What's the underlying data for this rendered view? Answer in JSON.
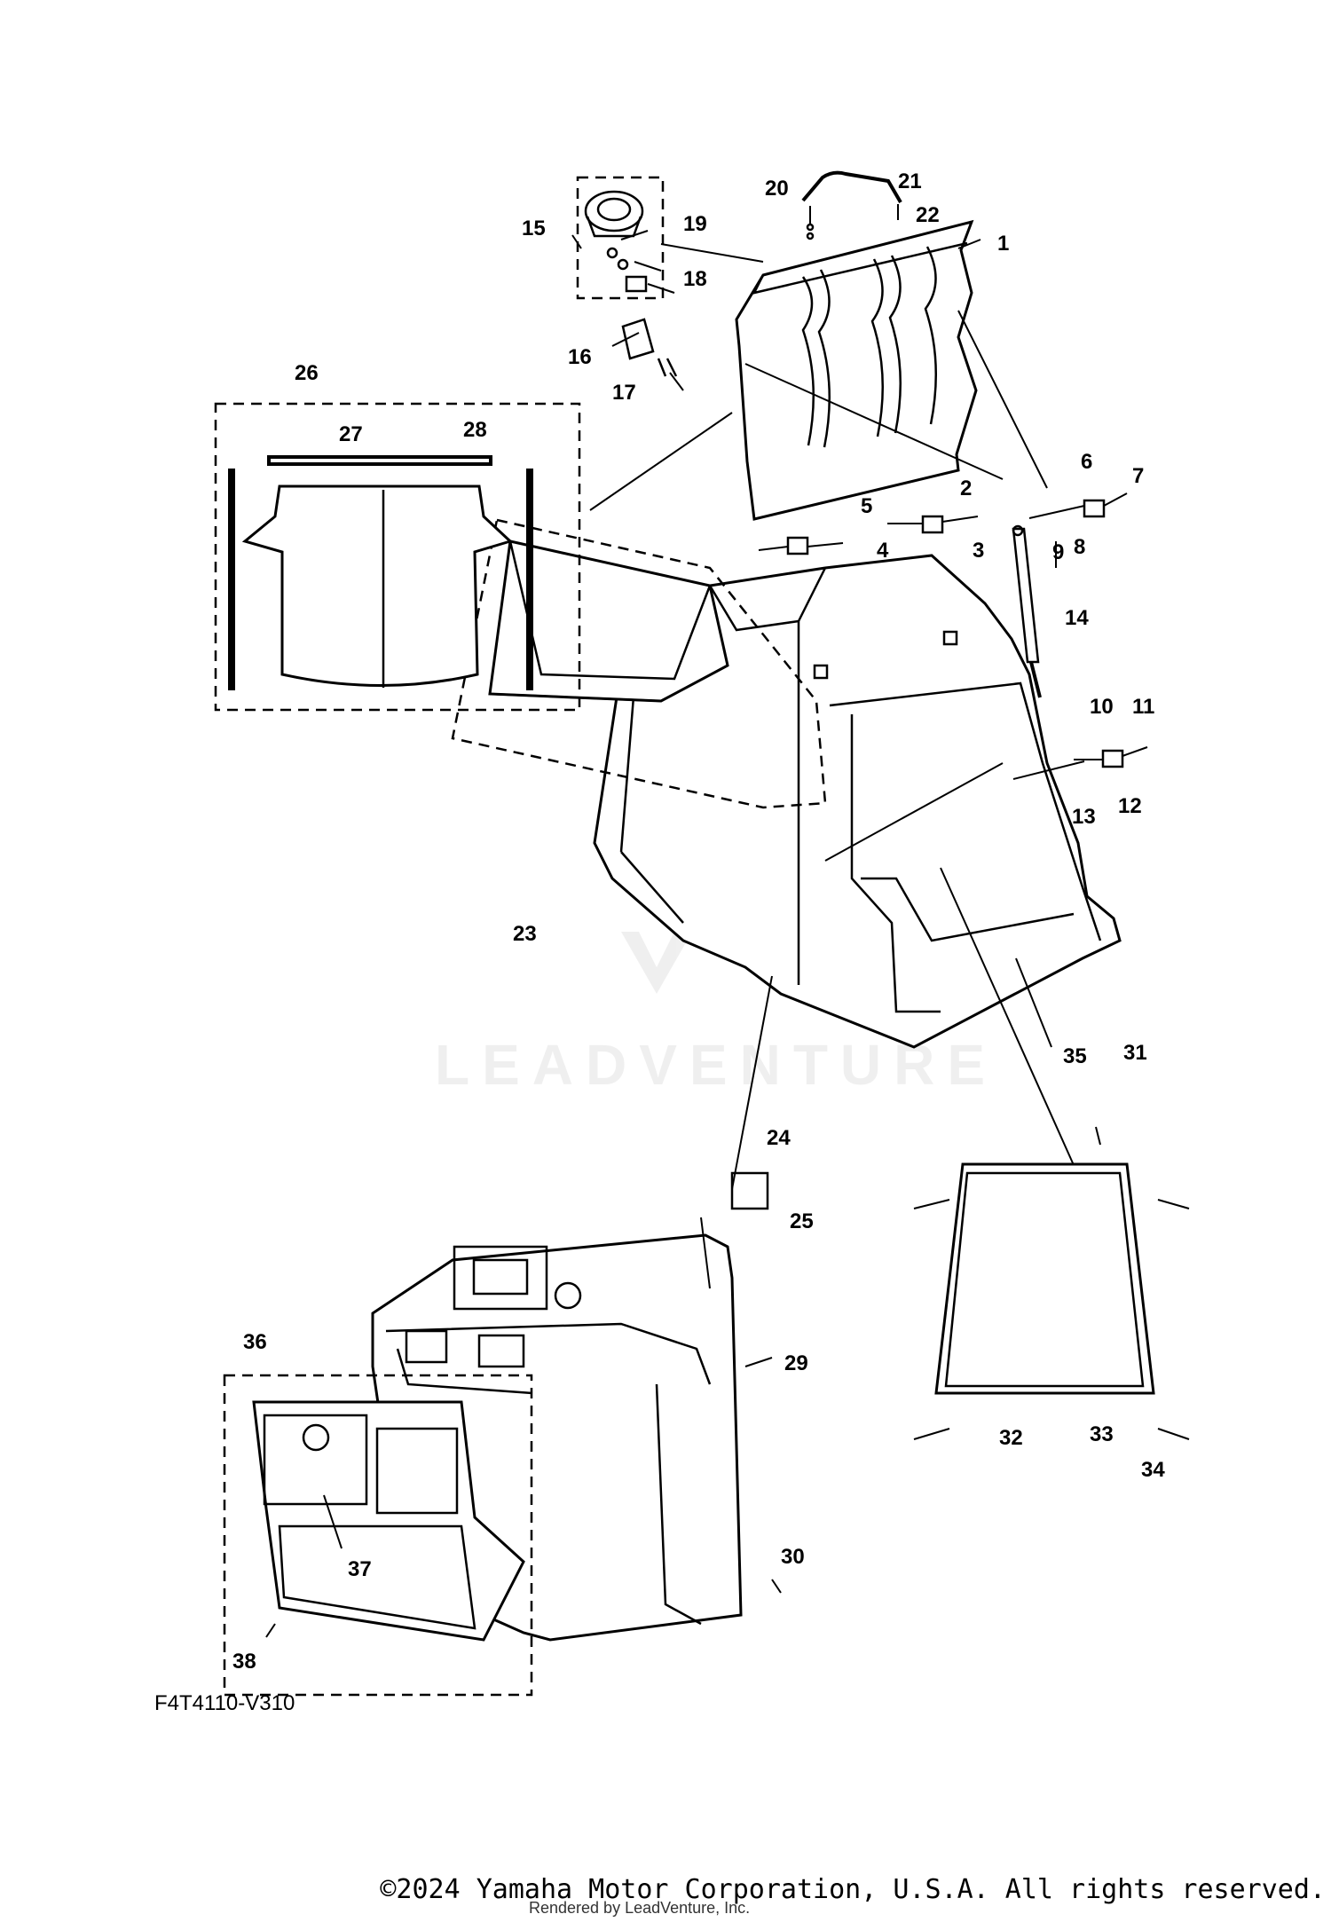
{
  "diagram": {
    "code": "F4T4110-V310",
    "watermark_text": "LEADVENTURE",
    "copyright": "©2024 Yamaha Motor Corporation, U.S.A. All rights reserved.",
    "rendered_by": "Rendered by LeadVenture, Inc."
  },
  "callouts": [
    "1",
    "2",
    "3",
    "4",
    "5",
    "6",
    "7",
    "8",
    "9",
    "10",
    "11",
    "12",
    "13",
    "14",
    "15",
    "16",
    "17",
    "18",
    "19",
    "20",
    "21",
    "22",
    "23",
    "24",
    "25",
    "26",
    "27",
    "28",
    "29",
    "30",
    "31",
    "32",
    "33",
    "34",
    "35",
    "36",
    "37",
    "38"
  ]
}
